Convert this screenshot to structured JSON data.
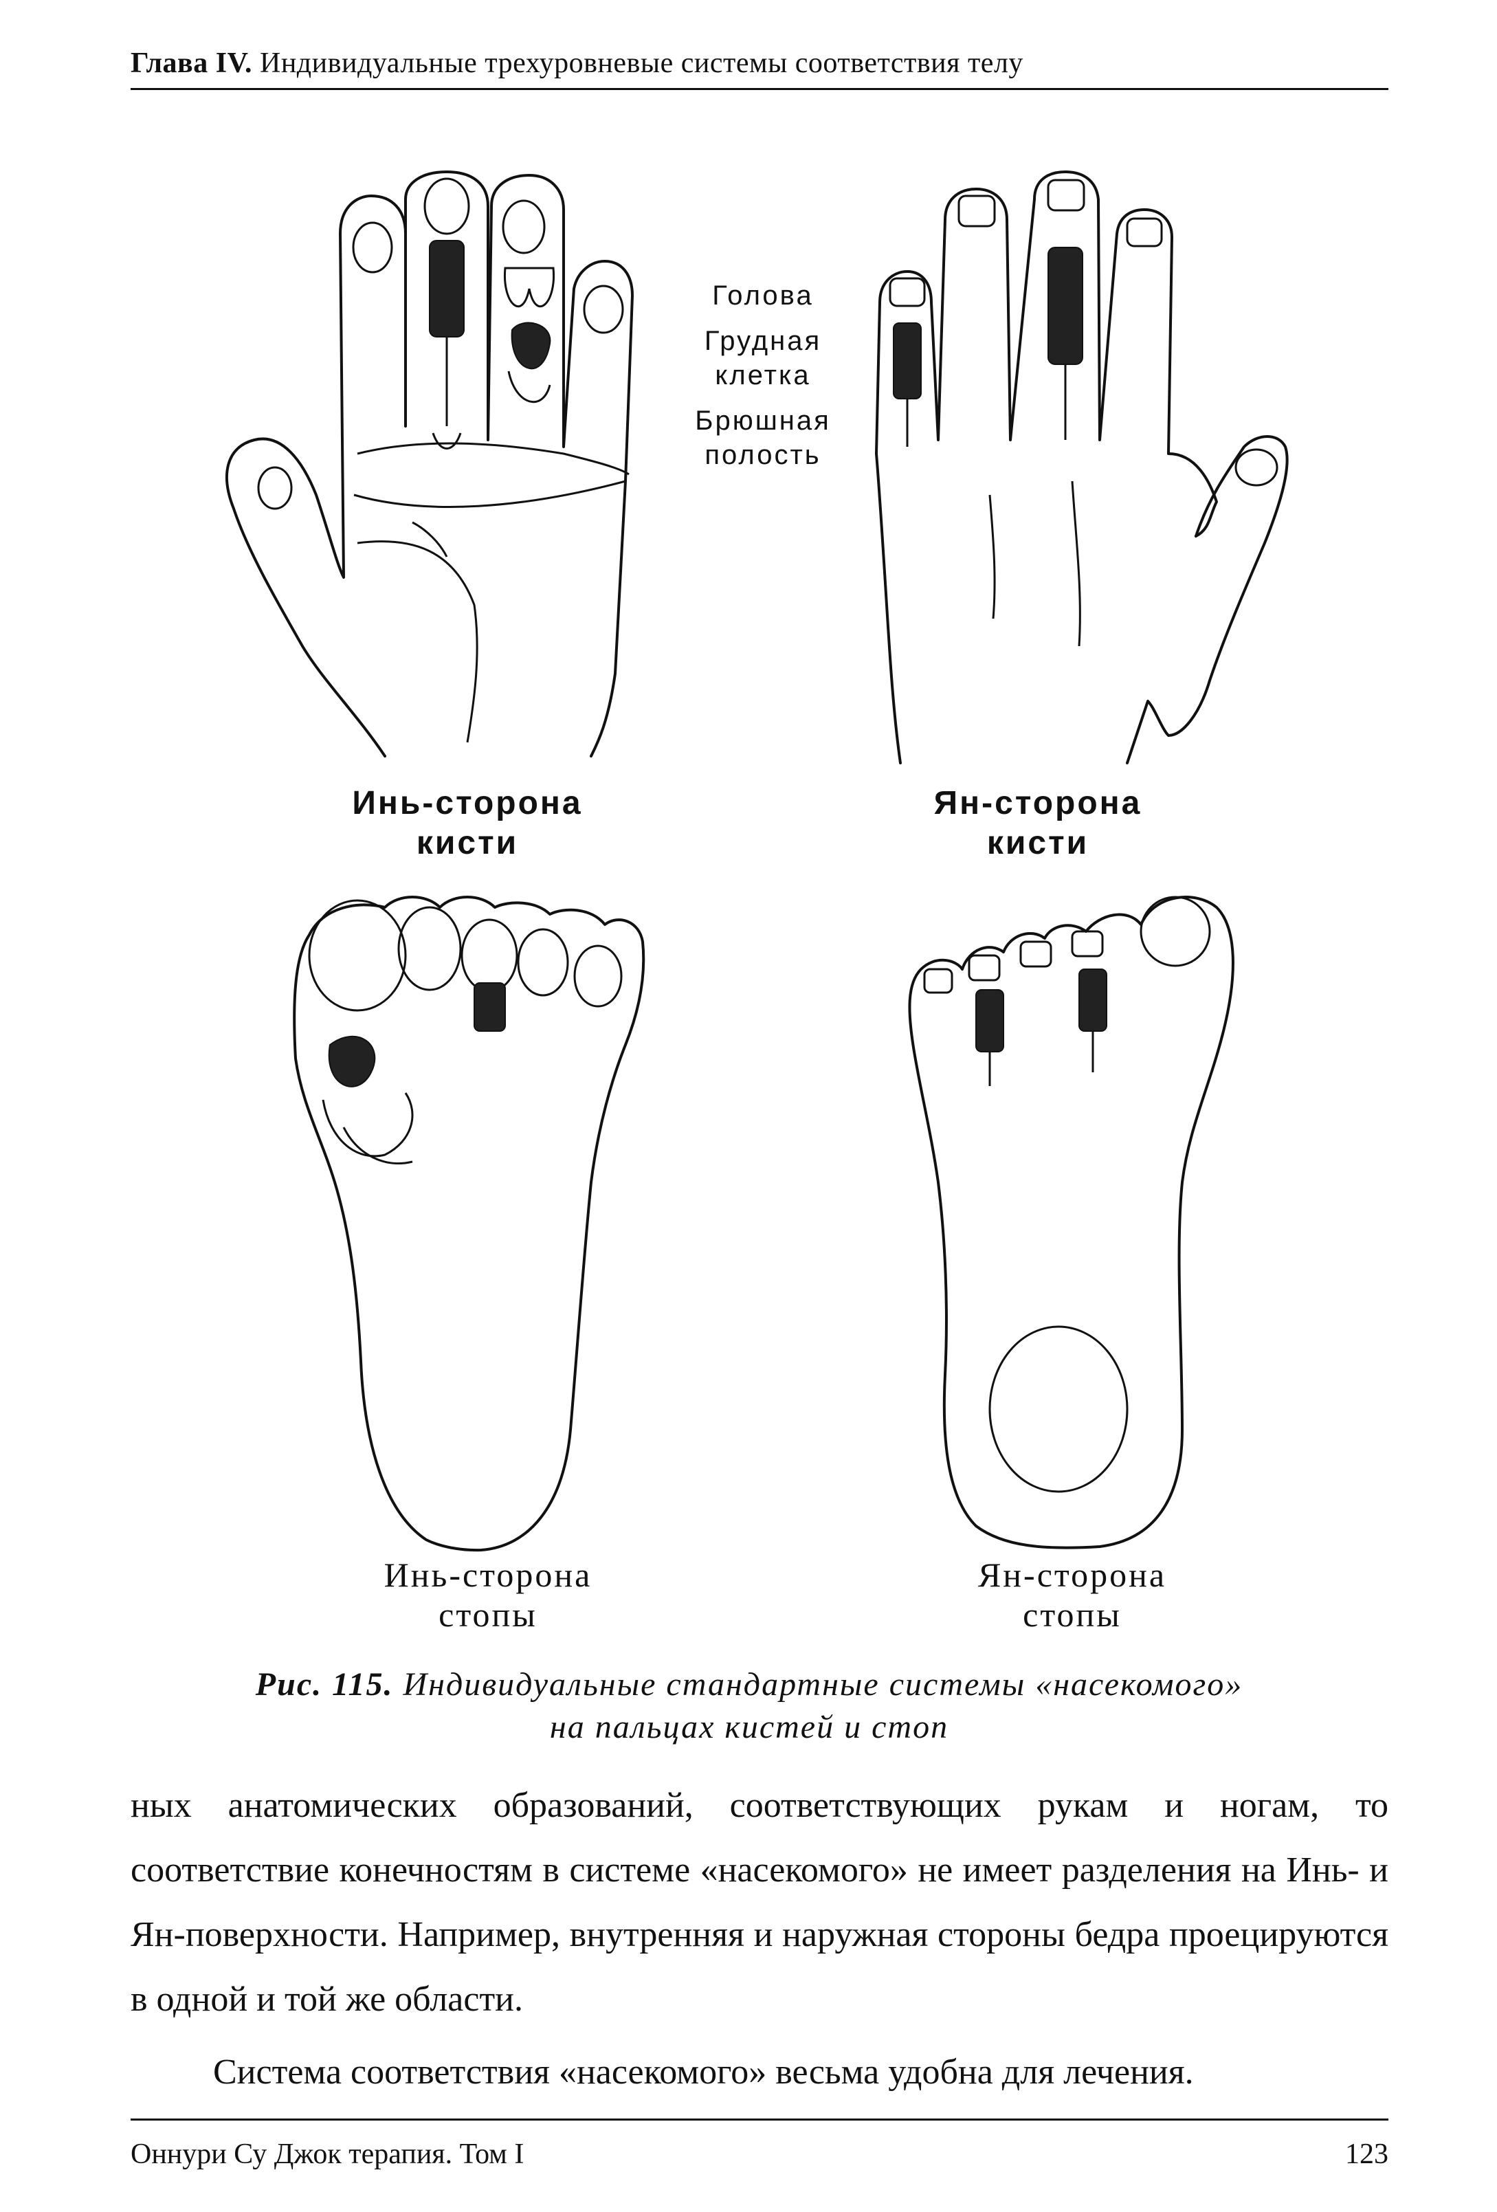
{
  "header": {
    "chapter": "Глава IV.",
    "title": "Индивидуальные трехуровневые системы соответствия телу"
  },
  "figure": {
    "legend": {
      "head": "Голова",
      "chest": "Грудная клетка",
      "abdomen": "Брюшная полость"
    },
    "labels": {
      "yin_hand": [
        "Инь-сторона",
        "кисти"
      ],
      "yang_hand": [
        "Ян-сторона",
        "кисти"
      ],
      "yin_foot": [
        "Инь-сторона",
        "стопы"
      ],
      "yang_foot": [
        "Ян-сторона",
        "стопы"
      ]
    }
  },
  "caption": {
    "number": "Рис. 115.",
    "line1": "Индивидуальные стандартные системы «насекомого»",
    "line2": "на пальцах кистей и стоп"
  },
  "body": {
    "paragraph1": "ных анатомических образований, соответствующих рукам и ногам, то соответствие конечностям в системе «насекомого» не имеет разделения на Инь- и Ян-поверхности. Например, внутренняя и наружная стороны бедра проецируются в одной и той же области.",
    "paragraph2": "Система соответствия «насекомого» весьма удобна для лечения."
  },
  "footer": {
    "book": "Оннури Су Джок терапия. Том I",
    "page": "123"
  }
}
